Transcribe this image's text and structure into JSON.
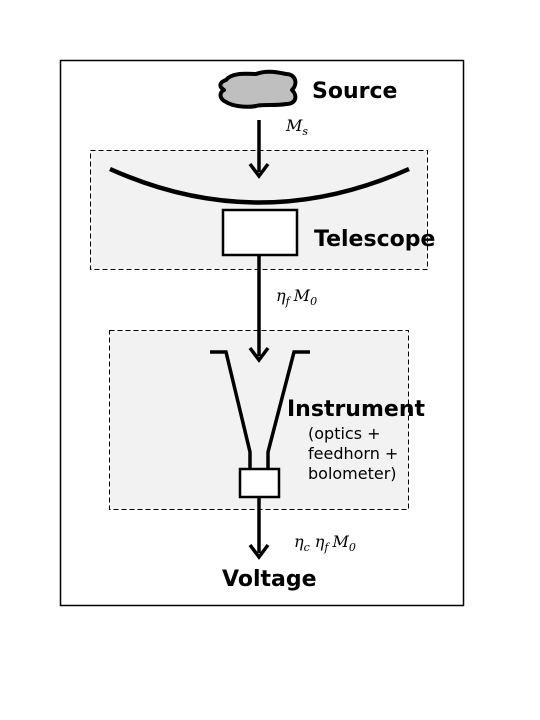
{
  "source": {
    "label": "Source",
    "flux_symbol": "M",
    "flux_subscript": "s"
  },
  "telescope": {
    "label": "Telescope",
    "efficiency_symbol": "η",
    "efficiency_subscript": "f",
    "flux_symbol": "M",
    "flux_subscript": "0"
  },
  "instrument": {
    "label": "Instrument",
    "description_lines": [
      "(optics +",
      "feedhorn +",
      "bolometer)"
    ]
  },
  "output": {
    "label": "Voltage",
    "coupling_symbol": "η",
    "coupling_subscript": "c",
    "efficiency_symbol": "η",
    "efficiency_subscript": "f",
    "flux_symbol": "M",
    "flux_subscript": "0"
  },
  "colors": {
    "box_fill": "#f2f2f2",
    "cloud_fill": "#bfbfbf",
    "stroke": "#000000"
  }
}
